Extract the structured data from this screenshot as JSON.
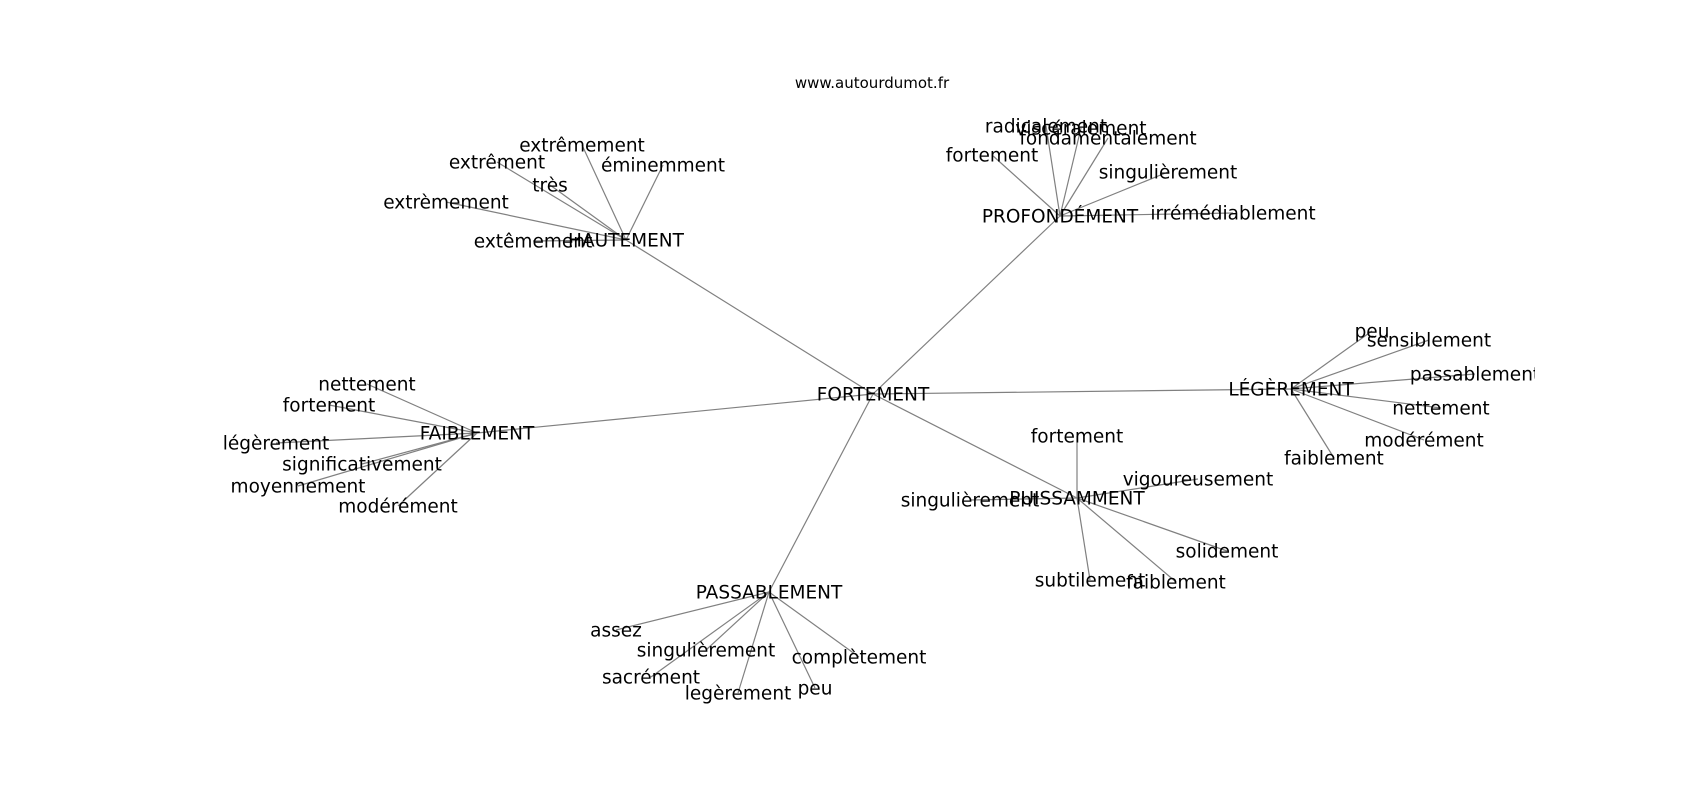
{
  "source": "www.autourdumot.fr",
  "center": "FORTEMENT",
  "clusters": [
    {
      "id": "hautement",
      "label": "HAUTEMENT",
      "leaves": [
        "extrêmement",
        "extrêment",
        "très",
        "éminemment",
        "extrèmement",
        "extêmement"
      ]
    },
    {
      "id": "profondement",
      "label": "PROFONDÉMENT",
      "leaves": [
        "radicalement",
        "viscéralement",
        "fondamentalement",
        "fortement",
        "singulièrement",
        "irrémédiablement"
      ]
    },
    {
      "id": "legerement",
      "label": "LÉGÈREMENT",
      "leaves": [
        "peu",
        "sensiblement",
        "passablement",
        "nettement",
        "modérément",
        "faiblement"
      ]
    },
    {
      "id": "faiblement",
      "label": "FAIBLEMENT",
      "leaves": [
        "nettement",
        "fortement",
        "légèrement",
        "significativement",
        "moyennement",
        "modérément"
      ]
    },
    {
      "id": "puissamment",
      "label": "PUISSAMMENT",
      "leaves": [
        "fortement",
        "vigoureusement",
        "singulièrement",
        "solidement",
        "subtilement",
        "faiblement"
      ]
    },
    {
      "id": "passablement",
      "label": "PASSABLEMENT",
      "leaves": [
        "assez",
        "singulièrement",
        "sacrément",
        "complètement",
        "legèrement",
        "peu"
      ]
    }
  ]
}
